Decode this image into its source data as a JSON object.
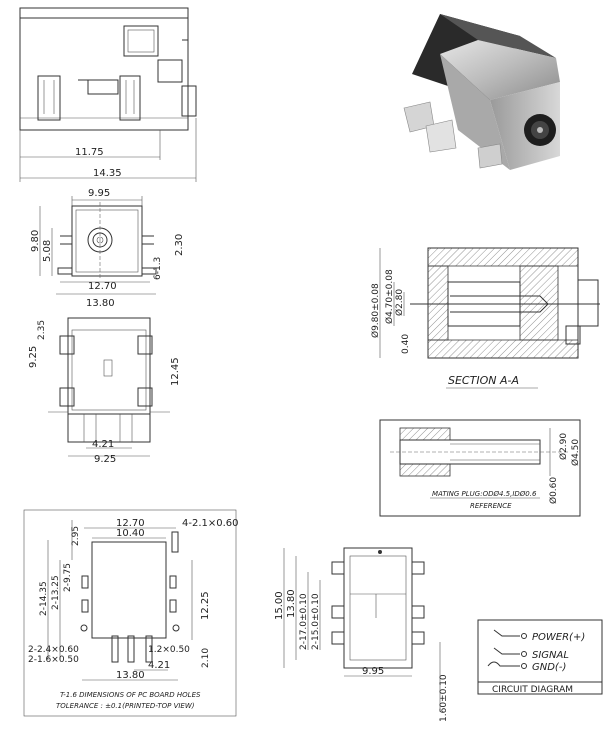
{
  "views": {
    "side": {
      "width_top": "11.75",
      "width_total": "14.35"
    },
    "front": {
      "top": "9.95",
      "height": "9.80",
      "inner_height": "5.08",
      "pin_offset": "2.30",
      "pin_gap": "6-1.3",
      "inner_width": "12.70",
      "outer_width": "13.80"
    },
    "bottom": {
      "top_dim": "2.35",
      "left_dim": "9.25",
      "right_dim": "12.45",
      "inner_width": "4.21",
      "width": "9.25"
    },
    "section": {
      "title": "SECTION A-A",
      "d1": "Ø9.80±0.08",
      "d2": "Ø4.70±0.08",
      "d3": "Ø2.80",
      "d4": "0.40"
    },
    "plug": {
      "d1": "Ø2.90",
      "d2": "Ø4.50",
      "d3": "Ø0.60",
      "note1": "MATING PLUG:ODØ4.5,IDØ0.6",
      "note2": "REFERENCE"
    },
    "pcb": {
      "top1": "12.70",
      "top2": "10.40",
      "holes": "4-2.1×0.60",
      "v1": "2.95",
      "v2": "2-14.35",
      "v3": "2-13.25",
      "v4": "2-9.75",
      "v5": "12.25",
      "b1": "2-2.4×0.60",
      "b2": "2-1.6×0.50",
      "b3": "1.2×0.50",
      "b4": "4.21",
      "b5": "2.10",
      "b6": "13.80",
      "caption1": "T-1.6 DIMENSIONS OF PC BOARD HOLES",
      "caption2": "TOLERANCE : ±0.1(PRINTED-TOP VIEW)"
    },
    "top": {
      "h1": "15.00",
      "h2": "13.80",
      "h3": "2-17.0±0.10",
      "h4": "2-15.0±0.10",
      "width": "9.95",
      "bottom": "1.60±0.10"
    },
    "circuit": {
      "title": "CIRCUIT DIAGRAM",
      "power": "POWER(+)",
      "signal": "SIGNAL",
      "gnd": "GND(-)"
    }
  }
}
